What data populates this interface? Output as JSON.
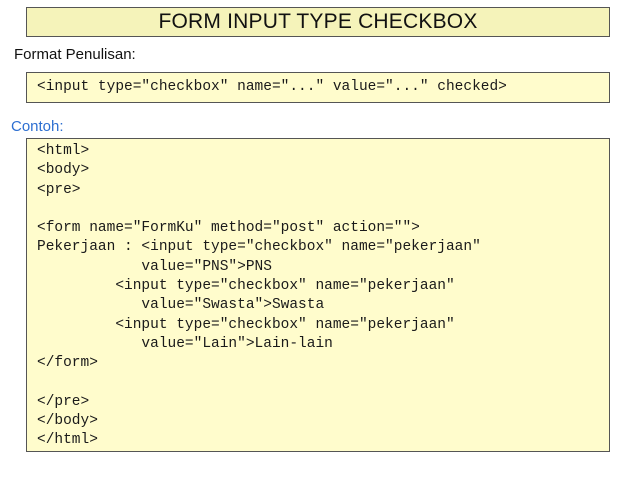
{
  "title": "FORM INPUT TYPE CHECKBOX",
  "format_label": "Format Penulisan:",
  "syntax": "<input type=\"checkbox\" name=\"...\" value=\"...\" checked>",
  "example_label": "Contoh:",
  "example_lines": [
    "<html>",
    "<body>",
    "<pre>",
    "",
    "<form name=\"FormKu\" method=\"post\" action=\"\">",
    "Pekerjaan : <input type=\"checkbox\" name=\"pekerjaan\"",
    "            value=\"PNS\">PNS",
    "         <input type=\"checkbox\" name=\"pekerjaan\"",
    "            value=\"Swasta\">Swasta",
    "         <input type=\"checkbox\" name=\"pekerjaan\"",
    "            value=\"Lain\">Lain-lain",
    "</form>",
    "",
    "</pre>",
    "</body>",
    "</html>"
  ],
  "colors": {
    "title_bg": "#f5f3ba",
    "code_bg": "#fffccc",
    "link_blue": "#2d6fd1",
    "border": "#555555"
  }
}
